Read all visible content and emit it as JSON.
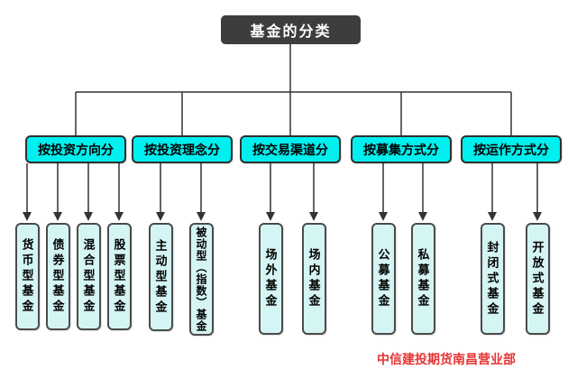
{
  "diagram": {
    "root": {
      "label": "基金的分类"
    },
    "categories": [
      {
        "label": "按投资方向分",
        "children": [
          "货币型基金",
          "债券型基金",
          "混合型基金",
          "股票型基金"
        ]
      },
      {
        "label": "按投资理念分",
        "children": [
          "主动型基金",
          "被动型（指数）基金"
        ]
      },
      {
        "label": "按交易渠道分",
        "children": [
          "场外基金",
          "场内基金"
        ]
      },
      {
        "label": "按募集方式分",
        "children": [
          "公募基金",
          "私募基金"
        ]
      },
      {
        "label": "按运作方式分",
        "children": [
          "封闭式基金",
          "开放式基金"
        ]
      }
    ],
    "footer": "中信建投期货南昌营业部",
    "colors": {
      "root_bg": "#3d3d3d",
      "root_text": "#ffffff",
      "category_bg": "#00efef",
      "leaf_bg": "#d5f4f4",
      "line": "#333333",
      "footer_text": "#e63333"
    }
  }
}
